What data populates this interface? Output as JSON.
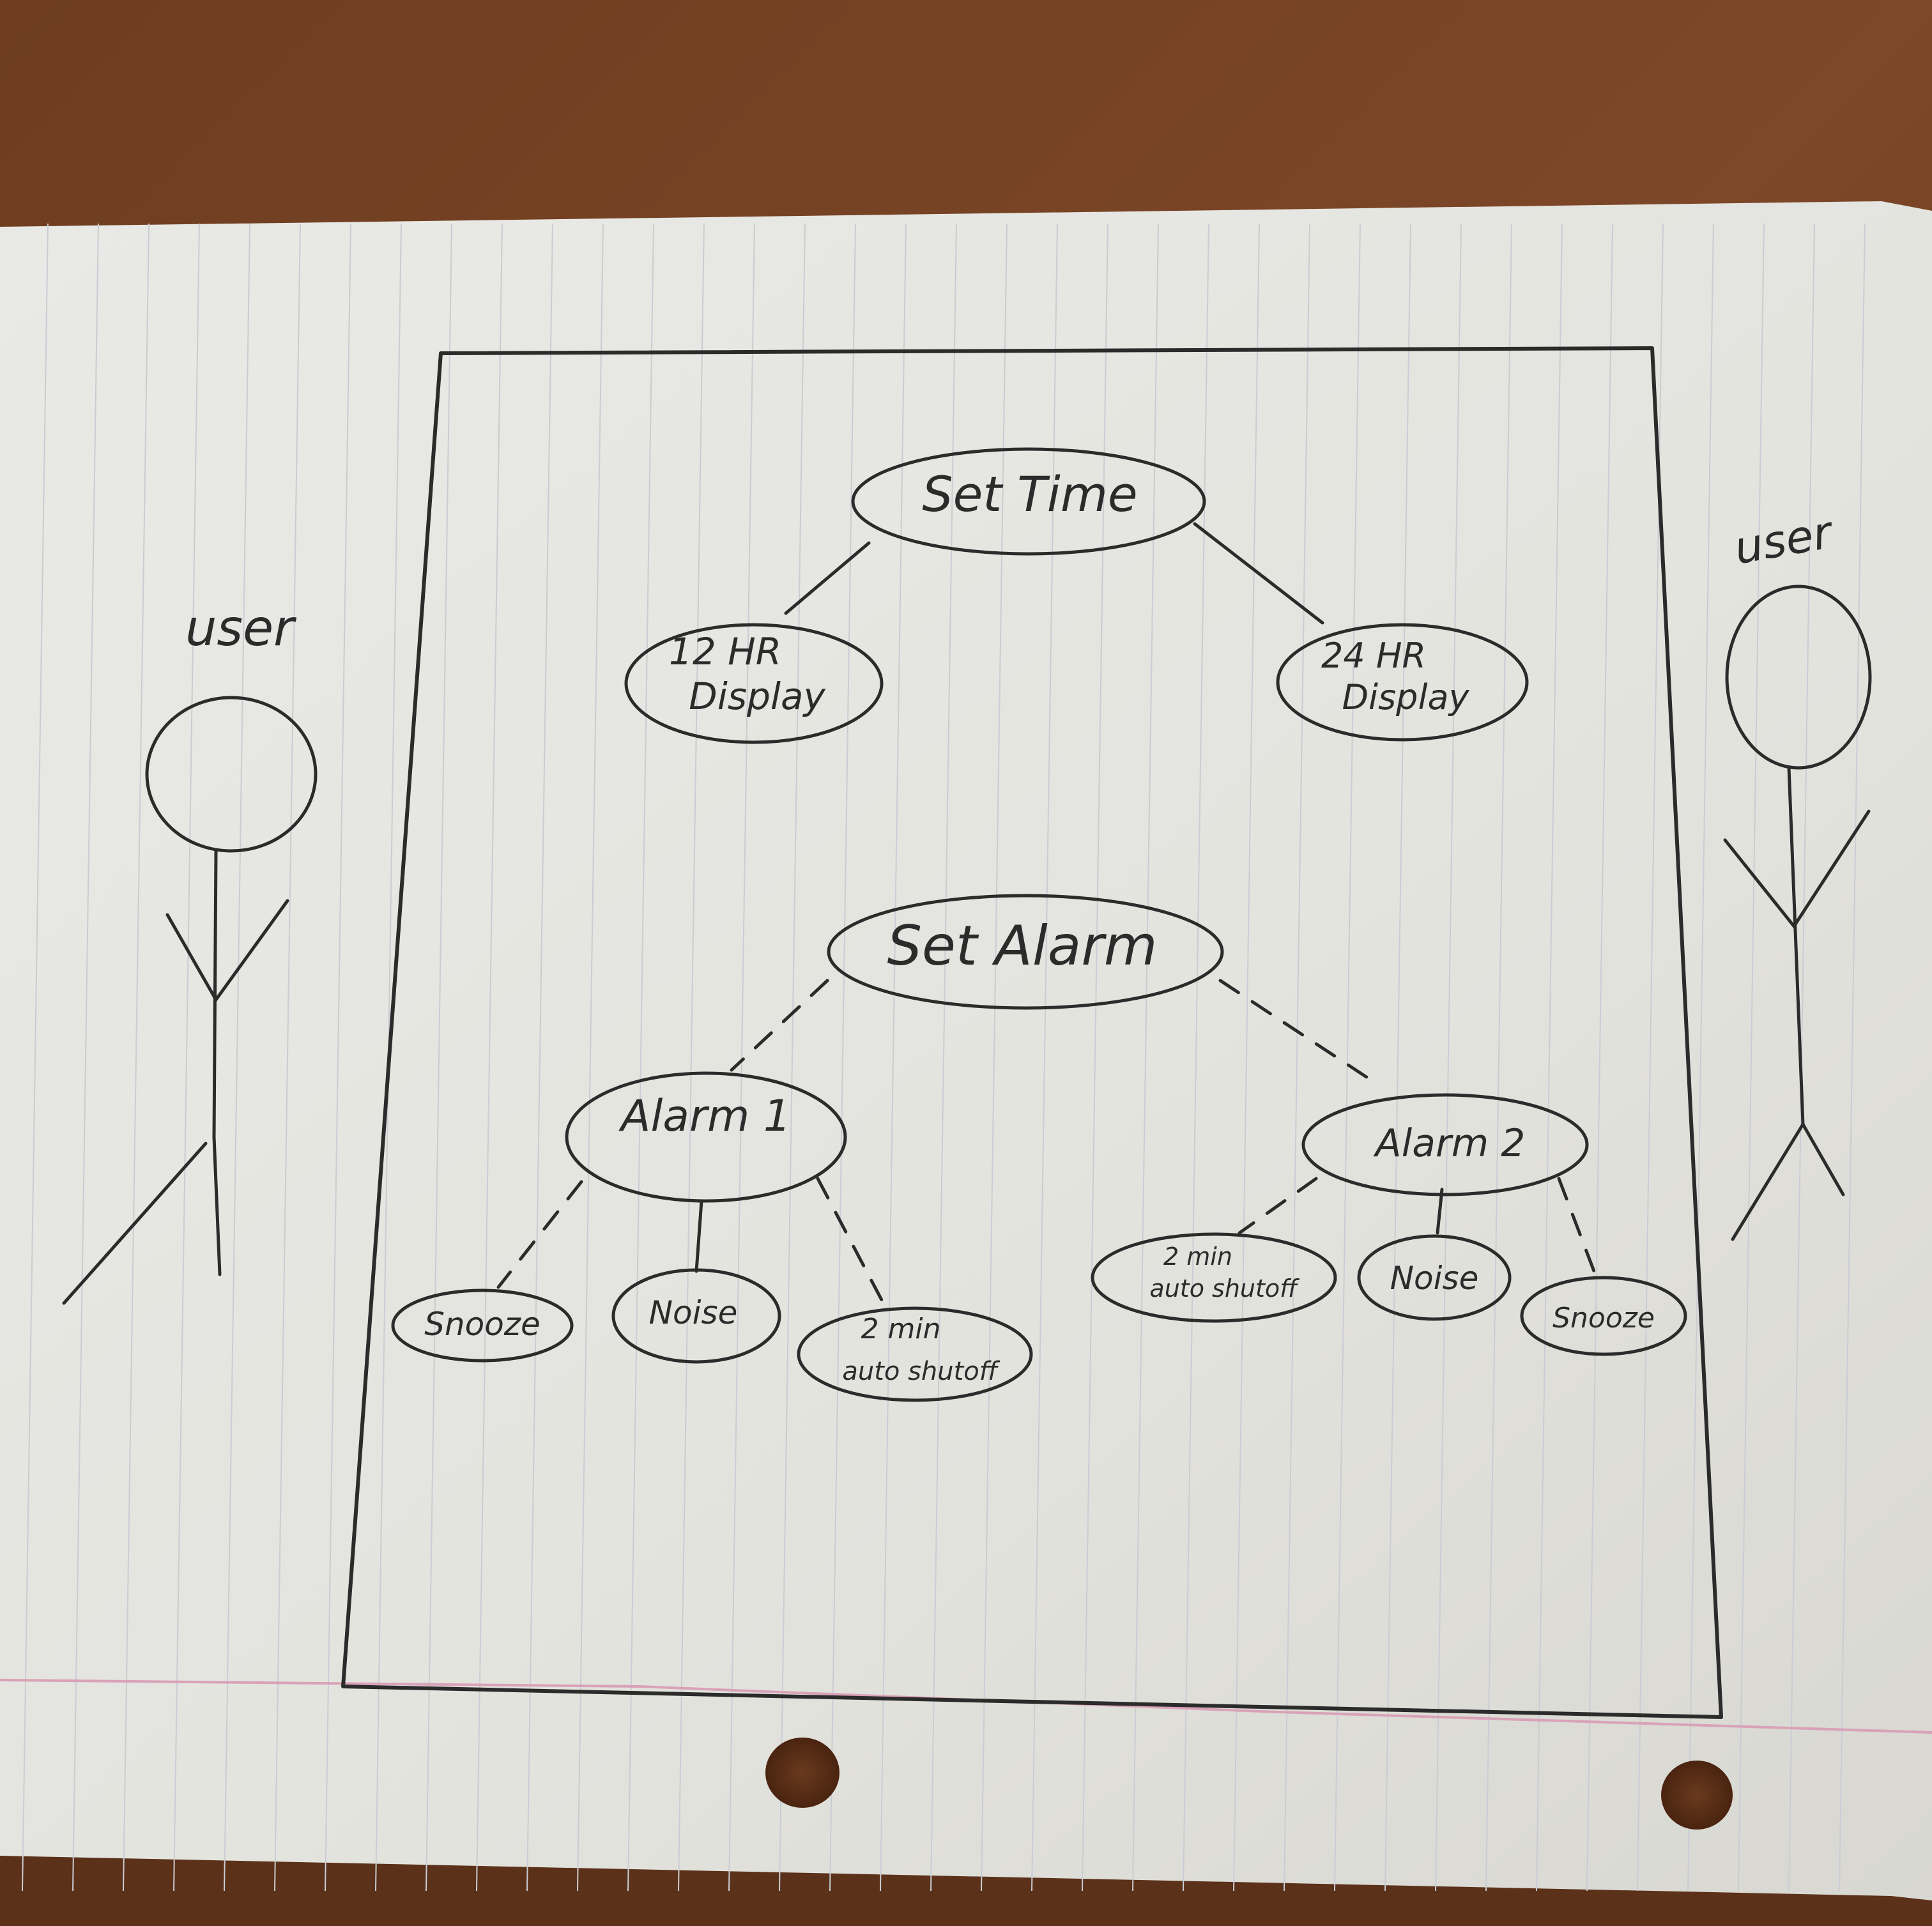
{
  "colors": {
    "desk": "#7a4526",
    "desk_dark": "#5b3119",
    "paper": "#e7e6e1",
    "rule_line": "#c9cdd3",
    "margin_line": "#d9a2b8",
    "ink": "#2b2b2b"
  },
  "actors": [
    {
      "label": "user"
    },
    {
      "label": "user"
    }
  ],
  "nodes": {
    "set_time": "Set Time",
    "display_12": [
      "12 HR",
      "Display"
    ],
    "display_24": [
      "24 HR",
      "Display"
    ],
    "set_alarm": "Set Alarm",
    "alarm_1": "Alarm 1",
    "alarm_2": "Alarm 2",
    "a1_snooze": "Snooze",
    "a1_noise": "Noise",
    "a1_shutoff": [
      "2 min",
      "auto shutoff"
    ],
    "a2_shutoff": [
      "2 min",
      "auto shutoff"
    ],
    "a2_noise": "Noise",
    "a2_snooze": "Snooze"
  }
}
